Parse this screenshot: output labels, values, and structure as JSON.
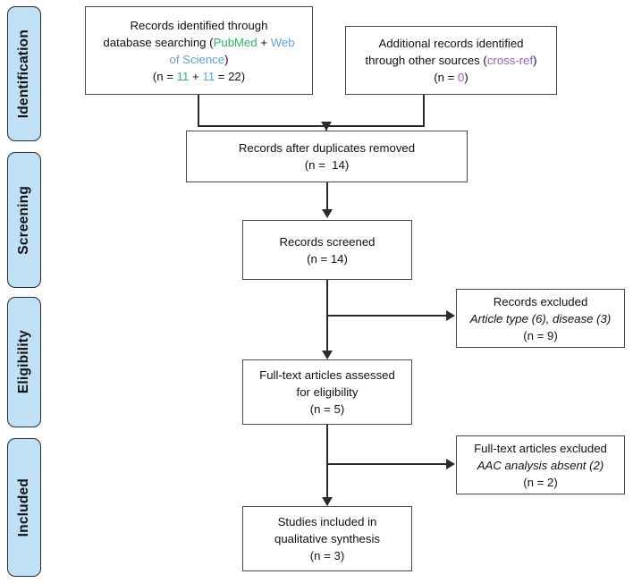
{
  "diagram": {
    "type": "prisma-flow-diagram",
    "title": "PRISMA flow diagram",
    "colors": {
      "stage_tab_fill": "#bfe0f5",
      "stage_tab_border": "#2b2b2b",
      "box_border": "#4a4a4a",
      "box_fill": "#ffffff",
      "text": "#111111",
      "pubmed_green": "#2eb561",
      "web_of_science_blue": "#5fa2dd",
      "cross_ref_purple": "#9b59c6",
      "connector": "#2b2b2b"
    }
  },
  "stages": [
    {
      "label": "Identification"
    },
    {
      "label": "Screening"
    },
    {
      "label": "Eligibility"
    },
    {
      "label": "Included"
    }
  ],
  "boxes": {
    "records_identified": {
      "line1": "Records identified through",
      "line2_a": "database searching (",
      "line2_b": "PubMed",
      "line2_c": " + ",
      "line2_d": "Web",
      "line3_a": "of Science",
      "line3_b": ")",
      "line4_a": "(n = ",
      "line4_b": "11",
      "line4_c": " + ",
      "line4_d": "11",
      "line4_e": " = 22)"
    },
    "additional_records": {
      "line1": "Additional records identified",
      "line2_a": "through other sources (",
      "line2_b": "cross-ref",
      "line2_c": ")",
      "line3_a": "(n = ",
      "line3_b": "0",
      "line3_c": ")"
    },
    "duplicates_removed": {
      "line1": "Records after duplicates removed",
      "line2": "(n =  14)"
    },
    "records_screened": {
      "line1": "Records screened",
      "line2": "(n = 14)"
    },
    "records_excluded": {
      "line1": "Records excluded",
      "line2": "Article type (6), disease (3)",
      "line3": "(n = 9)"
    },
    "fulltext_assessed": {
      "line1": "Full-text articles assessed",
      "line2": "for eligibility",
      "line3": "(n = 5)"
    },
    "fulltext_excluded": {
      "line1": "Full-text articles excluded",
      "line2": "AAC analysis absent (2)",
      "line3": "(n = 2)"
    },
    "studies_included": {
      "line1": "Studies included in",
      "line2": "qualitative synthesis",
      "line3": "(n = 3)"
    }
  }
}
